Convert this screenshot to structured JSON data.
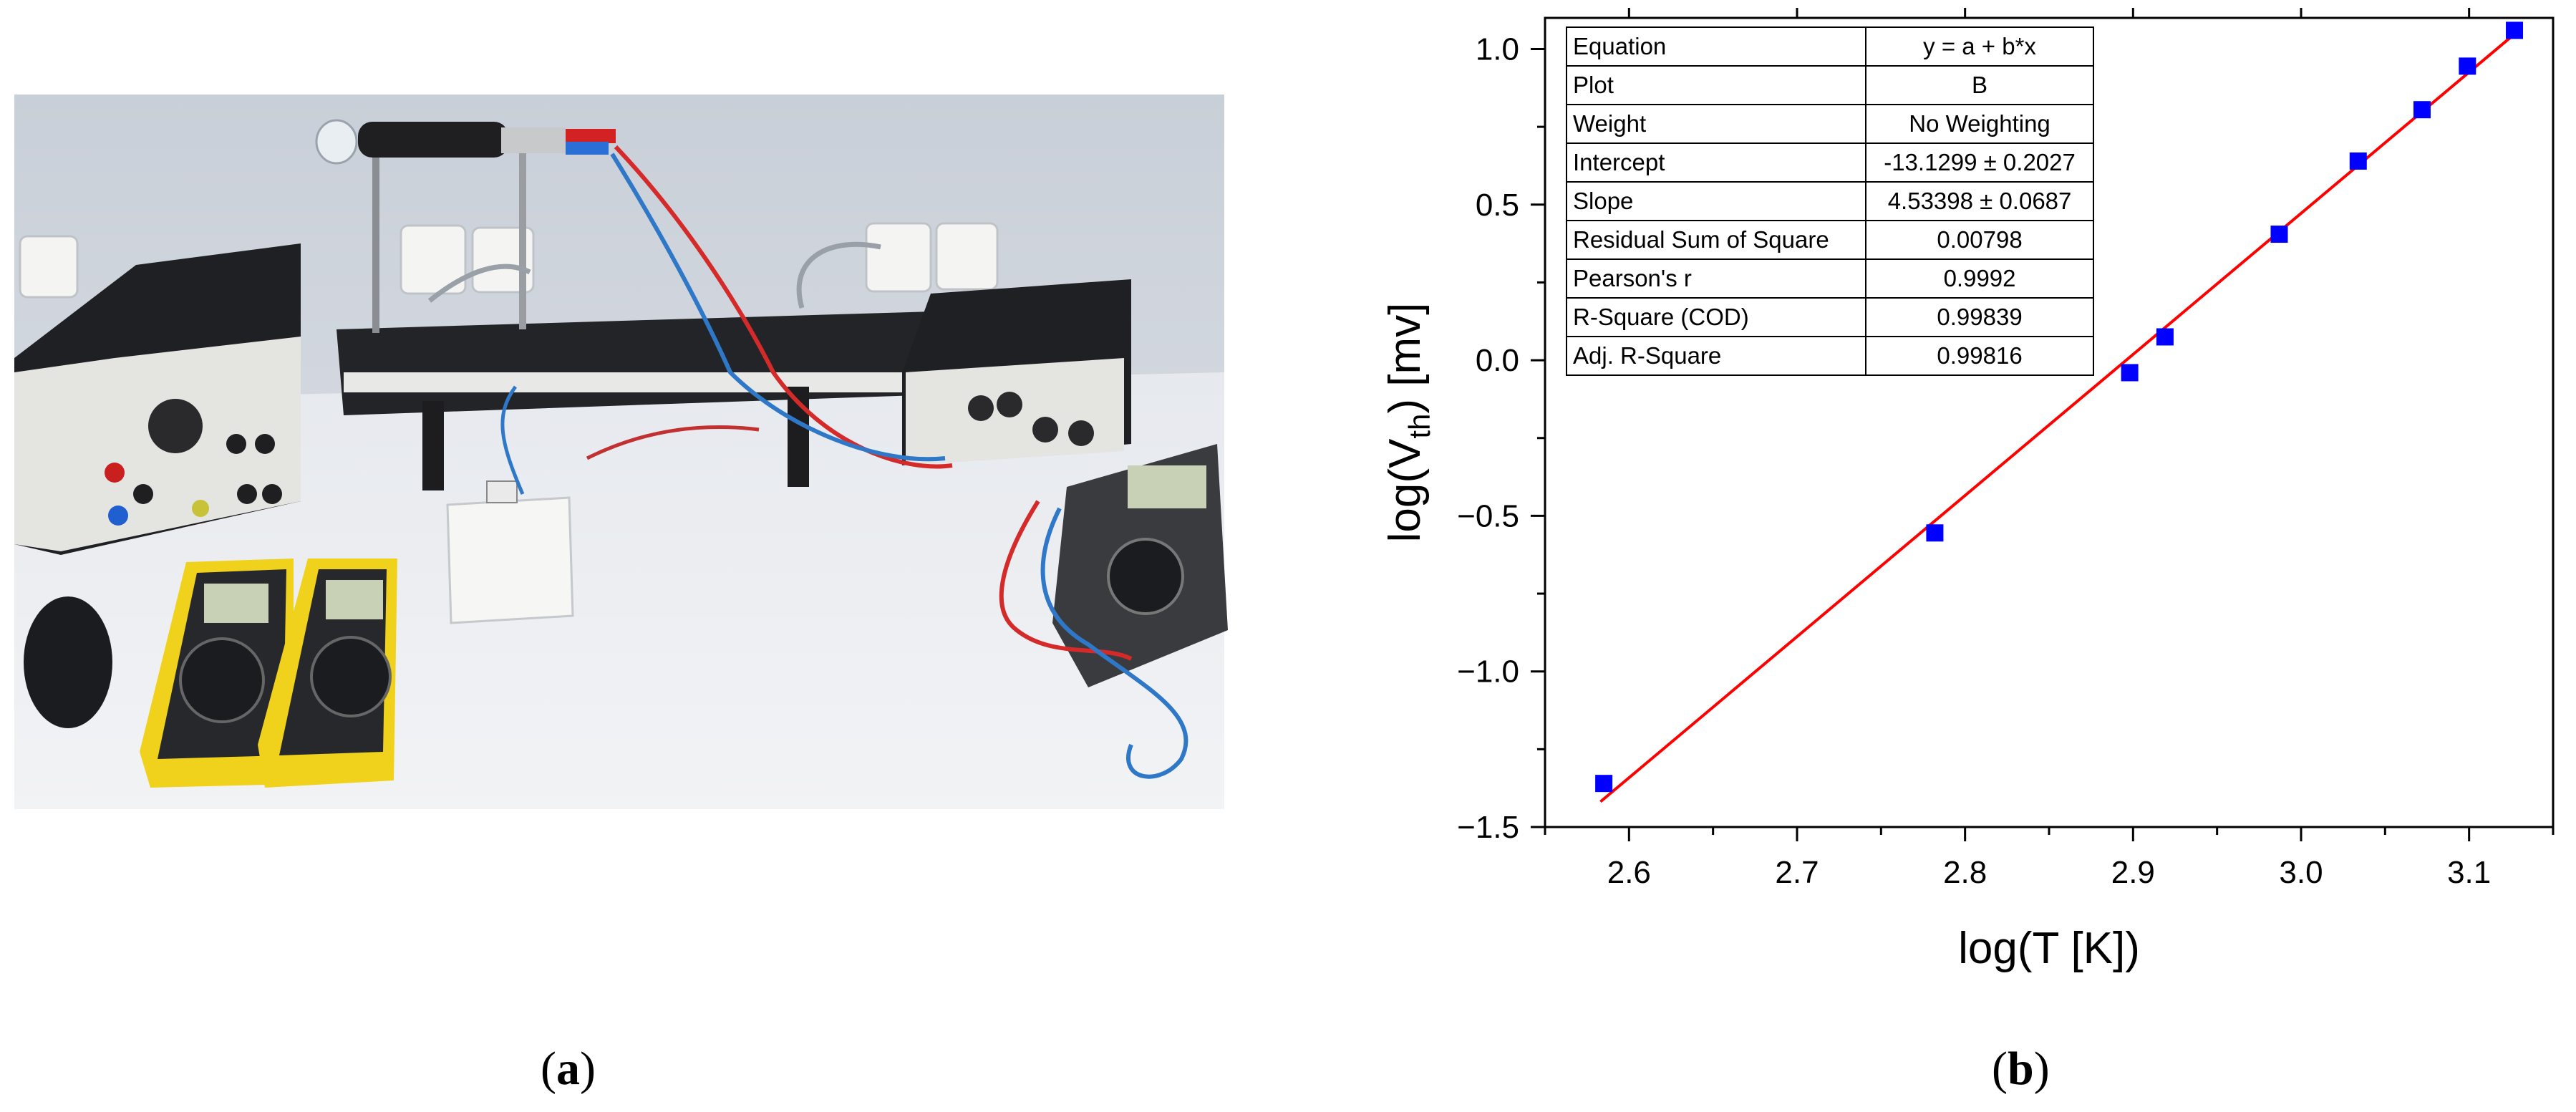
{
  "panel_labels": {
    "a": "a",
    "b": "b"
  },
  "fit_table": {
    "rows": [
      {
        "label": "Equation",
        "value": "y = a + b*x"
      },
      {
        "label": "Plot",
        "value": "B"
      },
      {
        "label": "Weight",
        "value": "No Weighting"
      },
      {
        "label": "Intercept",
        "value": "-13.1299 ± 0.2027"
      },
      {
        "label": "Slope",
        "value": "4.53398 ± 0.0687"
      },
      {
        "label": "Residual Sum of Square",
        "value": "0.00798"
      },
      {
        "label": "Pearson's r",
        "value": "0.9992"
      },
      {
        "label": "R-Square (COD)",
        "value": "0.99839"
      },
      {
        "label": "Adj. R-Square",
        "value": "0.99816"
      }
    ]
  },
  "chart_data": {
    "type": "scatter",
    "title": "",
    "xlabel": "log(T [K])",
    "ylabel_main": "log(V",
    "ylabel_sub": "th",
    "ylabel_tail": ") [mv]",
    "xlim": [
      2.55,
      3.15
    ],
    "ylim": [
      -1.5,
      1.1
    ],
    "xticks": [
      2.6,
      2.7,
      2.8,
      2.9,
      3.0,
      3.1
    ],
    "yticks": [
      -1.5,
      -1.0,
      -0.5,
      0.0,
      0.5,
      1.0
    ],
    "xtick_labels": [
      "2.6",
      "2.7",
      "2.8",
      "2.9",
      "3.0",
      "3.1"
    ],
    "ytick_labels": [
      "−1.5",
      "−1.0",
      "−0.5",
      "0.0",
      "0.5",
      "1.0"
    ],
    "grid": false,
    "marker_color": "#0000ff",
    "fit_color": "#ff0000",
    "fit": {
      "intercept": -13.1299,
      "slope": 4.53398,
      "x_range": [
        2.583,
        3.128
      ]
    },
    "series": [
      {
        "x": [
          2.585,
          2.782,
          2.898,
          2.919,
          2.987,
          3.034,
          3.072,
          3.099,
          3.127
        ],
        "y": [
          -1.36,
          -0.555,
          -0.04,
          0.075,
          0.405,
          0.64,
          0.805,
          0.945,
          1.06
        ]
      }
    ]
  }
}
